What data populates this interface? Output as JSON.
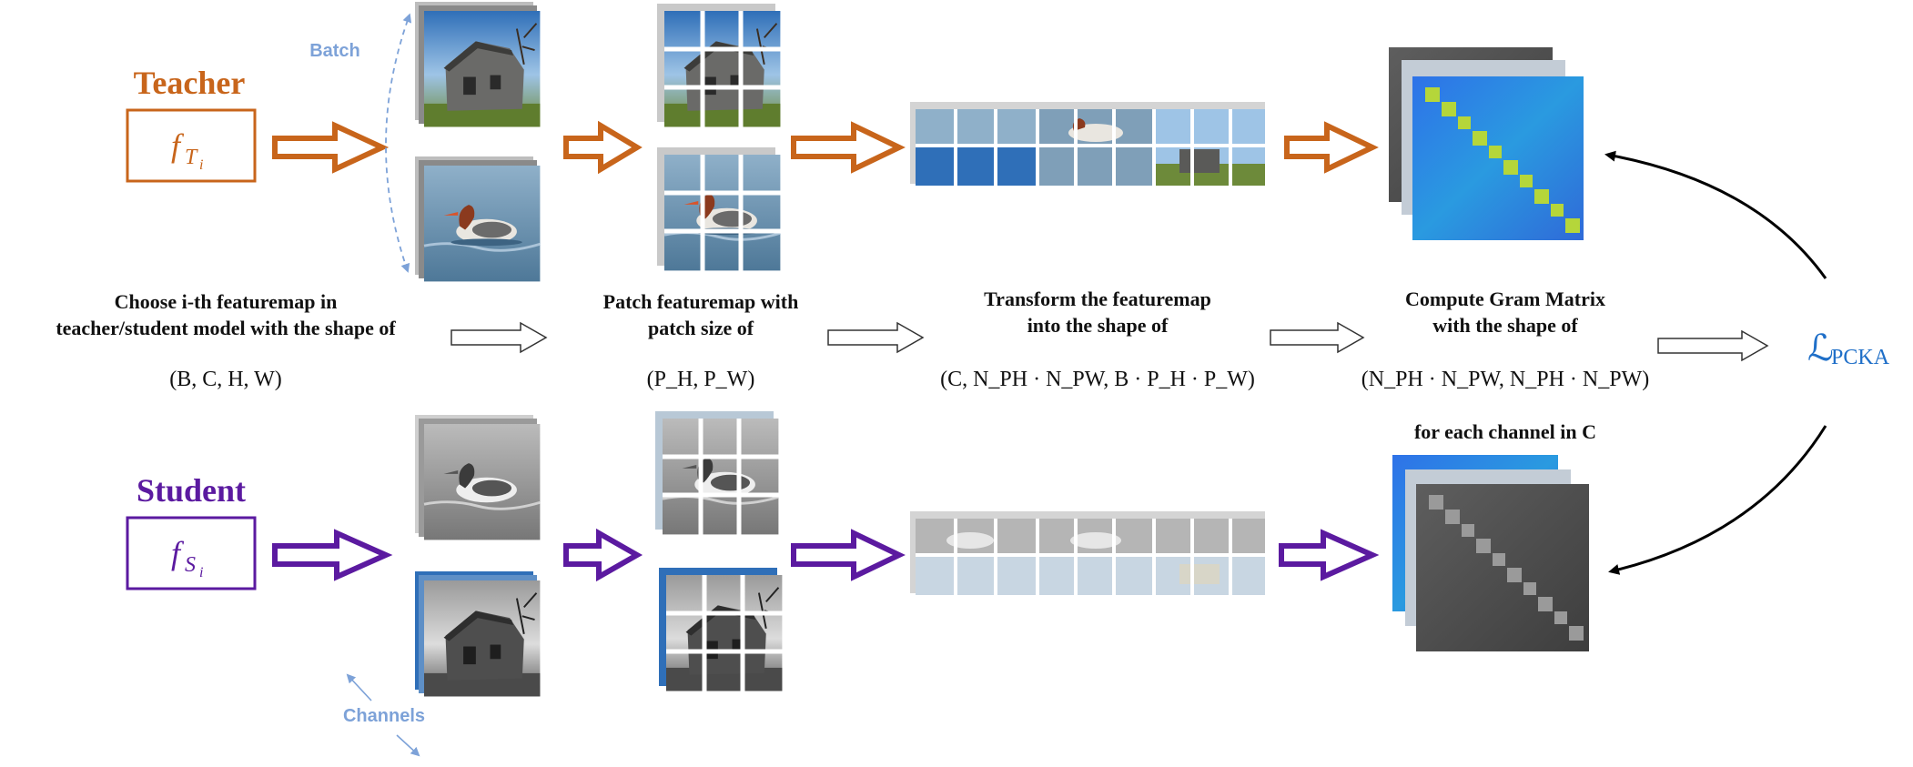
{
  "teacher": {
    "title": "Teacher",
    "func_symbol": "f",
    "func_subscript": "T",
    "func_subsubscript": "i",
    "color": "#c8651b"
  },
  "student": {
    "title": "Student",
    "func_symbol": "f",
    "func_subscript": "S",
    "func_subsubscript": "i",
    "color": "#5b1aa0"
  },
  "annotations": {
    "batch": "Batch",
    "channels": "Channels",
    "accent": "#7da2d8"
  },
  "steps": [
    {
      "caption_line1": "Choose i-th featuremap in",
      "caption_line2": "teacher/student model with the shape of",
      "shape_text": "(B, C, H, W)"
    },
    {
      "caption_line1": "Patch featuremap with",
      "caption_line2": "patch size of",
      "shape_text": "(P_H, P_W)"
    },
    {
      "caption_line1": "Transform the featuremap",
      "caption_line2": "into the shape of",
      "shape_text": "(C, N_PH · N_PW, B · P_H · P_W)"
    },
    {
      "caption_line1": "Compute Gram Matrix",
      "caption_line2": "with the shape of",
      "shape_text": "(N_PH · N_PW, N_PH · N_PW)",
      "caption_line3": "for each channel in C"
    }
  ],
  "loss": {
    "symbol": "ℒ",
    "subscript": "PCKA",
    "color": "#1f6fc8"
  },
  "icons": {
    "hollow_arrow": "hollow-right-arrow-icon",
    "curved_arrow": "curved-arrow-icon",
    "double_arrow": "double-headed-arrow-icon"
  }
}
